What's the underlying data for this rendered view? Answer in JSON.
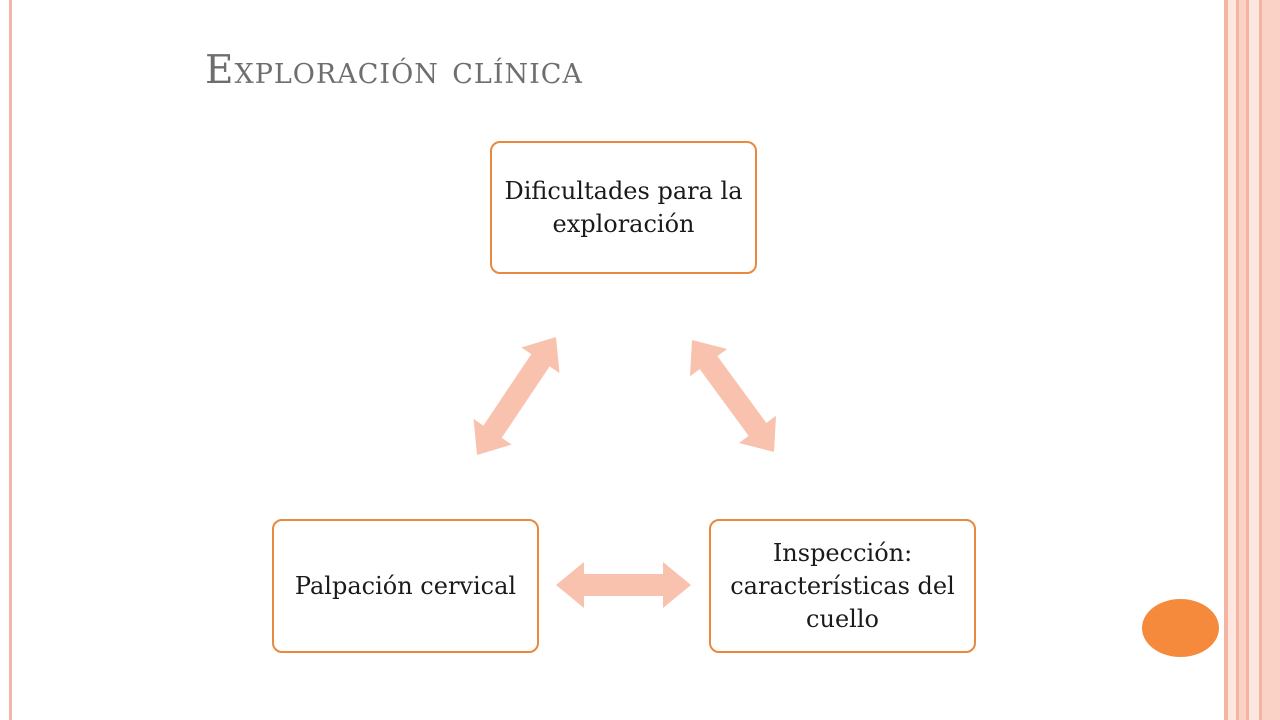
{
  "slide": {
    "title": "Exploración clínica"
  },
  "diagram": {
    "nodes": {
      "top": "Dificultades para la exploración",
      "right": "Inspección: características del cuello",
      "left": "Palpación cervical"
    },
    "connections": [
      {
        "from": "top",
        "to": "right",
        "style": "double-arrow"
      },
      {
        "from": "right",
        "to": "left",
        "style": "double-arrow"
      },
      {
        "from": "left",
        "to": "top",
        "style": "double-arrow"
      }
    ]
  },
  "theme": {
    "node_border": "#e8893f",
    "arrow_fill": "#f9c2ae",
    "frame_stripe": "#f4b6a6",
    "accent_circle": "#f58a3d",
    "title_color": "#6e6e6e"
  }
}
